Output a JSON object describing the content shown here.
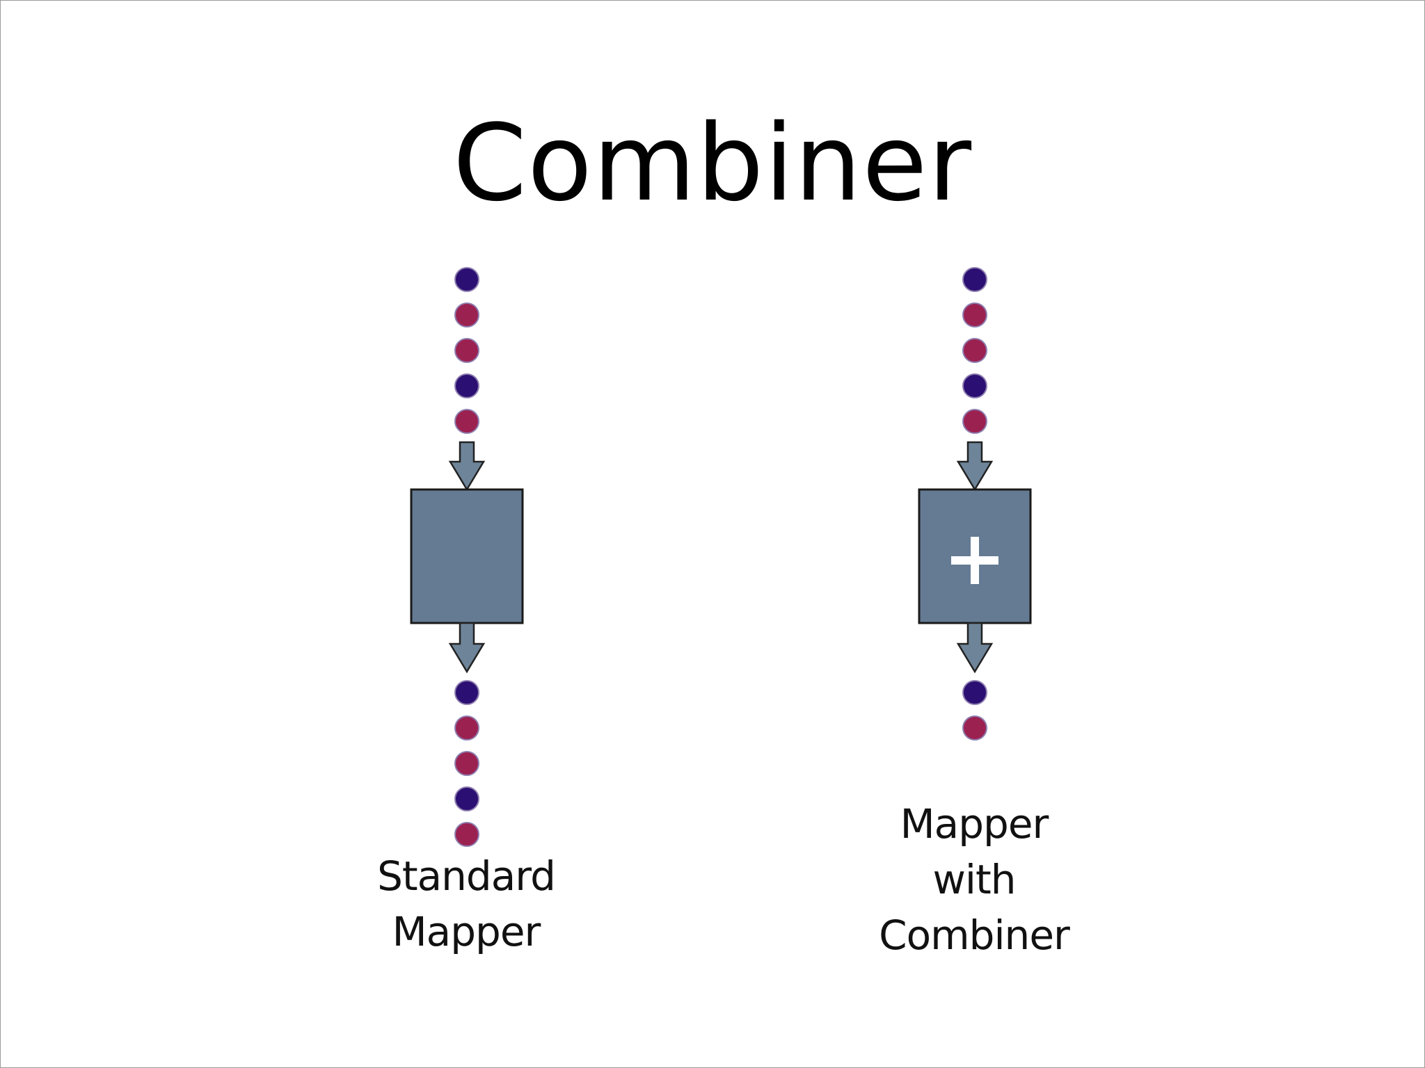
{
  "slide": {
    "title": "Combiner"
  },
  "colors": {
    "dot_blue": "#2c0f72",
    "dot_red": "#9b2151",
    "dot_outline": "#8e7fb0",
    "box_fill": "#647b93",
    "box_stroke": "#1a1a1a",
    "arrow_fill": "#6e8499",
    "plus": "#ffffff"
  },
  "diagrams": [
    {
      "id": "standard",
      "caption_lines": [
        "Standard",
        "Mapper"
      ],
      "input_dots": [
        "blue",
        "red",
        "red",
        "blue",
        "red"
      ],
      "output_dots": [
        "blue",
        "red",
        "red",
        "blue",
        "red"
      ],
      "box_icon": ""
    },
    {
      "id": "combiner",
      "caption_lines": [
        "Mapper",
        "with",
        "Combiner"
      ],
      "input_dots": [
        "blue",
        "red",
        "red",
        "blue",
        "red"
      ],
      "output_dots": [
        "blue",
        "red"
      ],
      "box_icon": "plus-icon"
    }
  ]
}
